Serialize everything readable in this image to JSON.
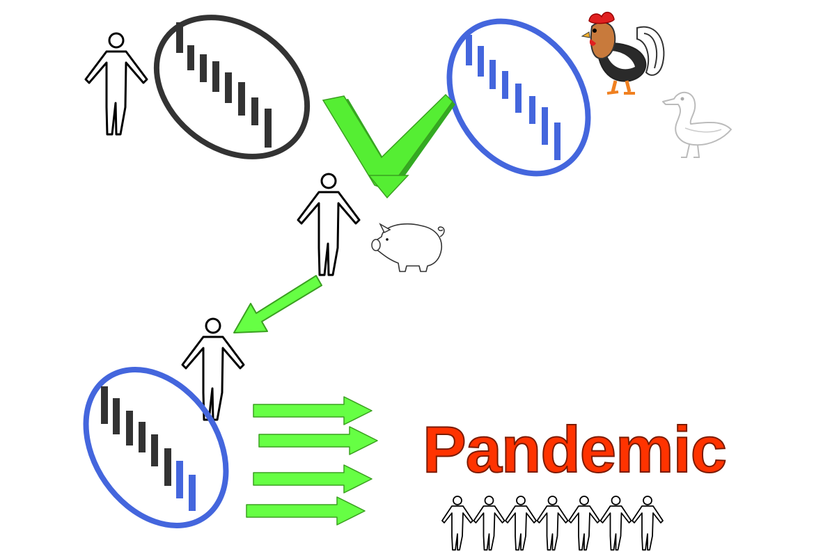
{
  "labels": {
    "pandemic": "Pandemic"
  },
  "figure": {
    "strain_colors": {
      "human": "#333333",
      "avian": "#4466dd",
      "reassortant_outline": "#4466dd"
    },
    "arrow_color": "#66ff44",
    "arrow_outline": "#3aa020",
    "check_color": "#55ee33",
    "text_color": "#ff3300",
    "icons": [
      "human-figure-icon",
      "rooster-icon",
      "duck-icon",
      "pig-icon",
      "crowd-icon"
    ],
    "reassortant_segments": [
      "human",
      "human",
      "human",
      "human",
      "human",
      "human",
      "avian",
      "avian"
    ],
    "crowd_count": 7,
    "spread_arrow_count": 4
  }
}
